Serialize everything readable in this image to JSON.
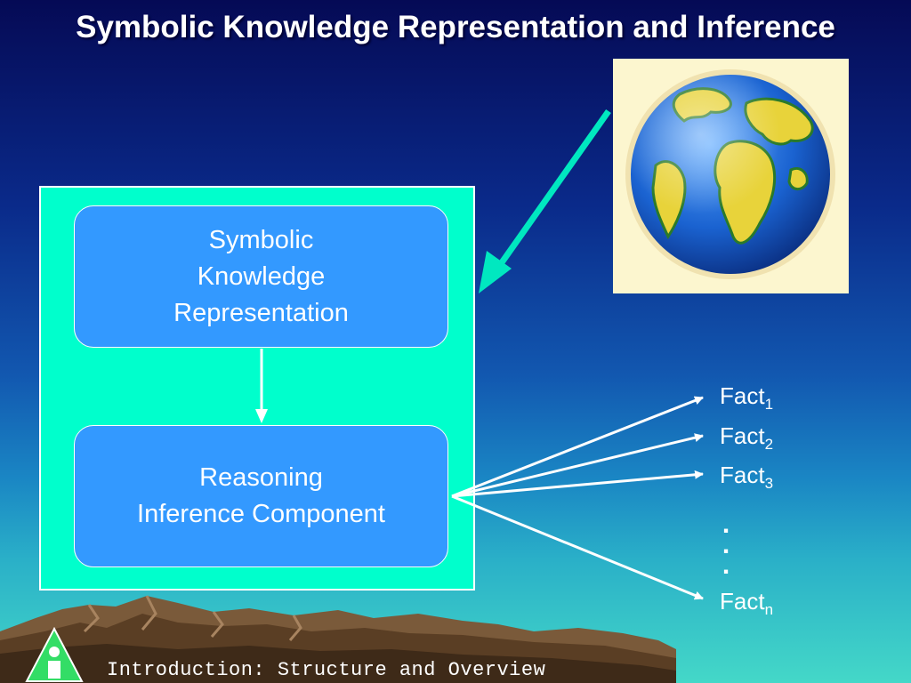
{
  "title": "Symbolic Knowledge Representation and Inference",
  "boxes": {
    "knowledge_rep": [
      "Symbolic",
      "Knowledge",
      "Representation"
    ],
    "reasoning": [
      "Reasoning",
      "Inference Component"
    ]
  },
  "facts": [
    {
      "label": "Fact",
      "subscript": "1"
    },
    {
      "label": "Fact",
      "subscript": "2"
    },
    {
      "label": "Fact",
      "subscript": "3"
    },
    {
      "label": "Fact",
      "subscript": "n"
    }
  ],
  "ellipsis": [
    ".",
    ".",
    "."
  ],
  "footer": "Introduction: Structure and Overview",
  "colors": {
    "teal": "#00ffcc",
    "box_blue": "#3399ff",
    "arrow_cyan": "#00e8c0",
    "globe_bg": "#fcf6cf"
  },
  "icons": {
    "globe": "globe-icon",
    "logo": "info-triangle-logo-icon"
  }
}
